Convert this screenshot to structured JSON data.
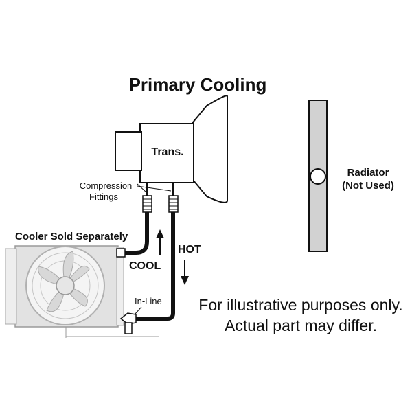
{
  "title": "Primary Cooling",
  "labels": {
    "trans": "Trans.",
    "radiator": "Radiator",
    "not_used": "(Not Used)",
    "compression_line1": "Compression",
    "compression_line2": "Fittings",
    "cooler_sold": "Cooler Sold Separately",
    "cool": "COOL",
    "hot": "HOT",
    "inline": "In-Line"
  },
  "disclaimer": {
    "line1": "For illustrative purposes only.",
    "line2": "Actual part may differ."
  },
  "colors": {
    "line": "#111111",
    "radiator_fill": "#d2d2d2",
    "cooler_fill": "#e2e2e2"
  }
}
